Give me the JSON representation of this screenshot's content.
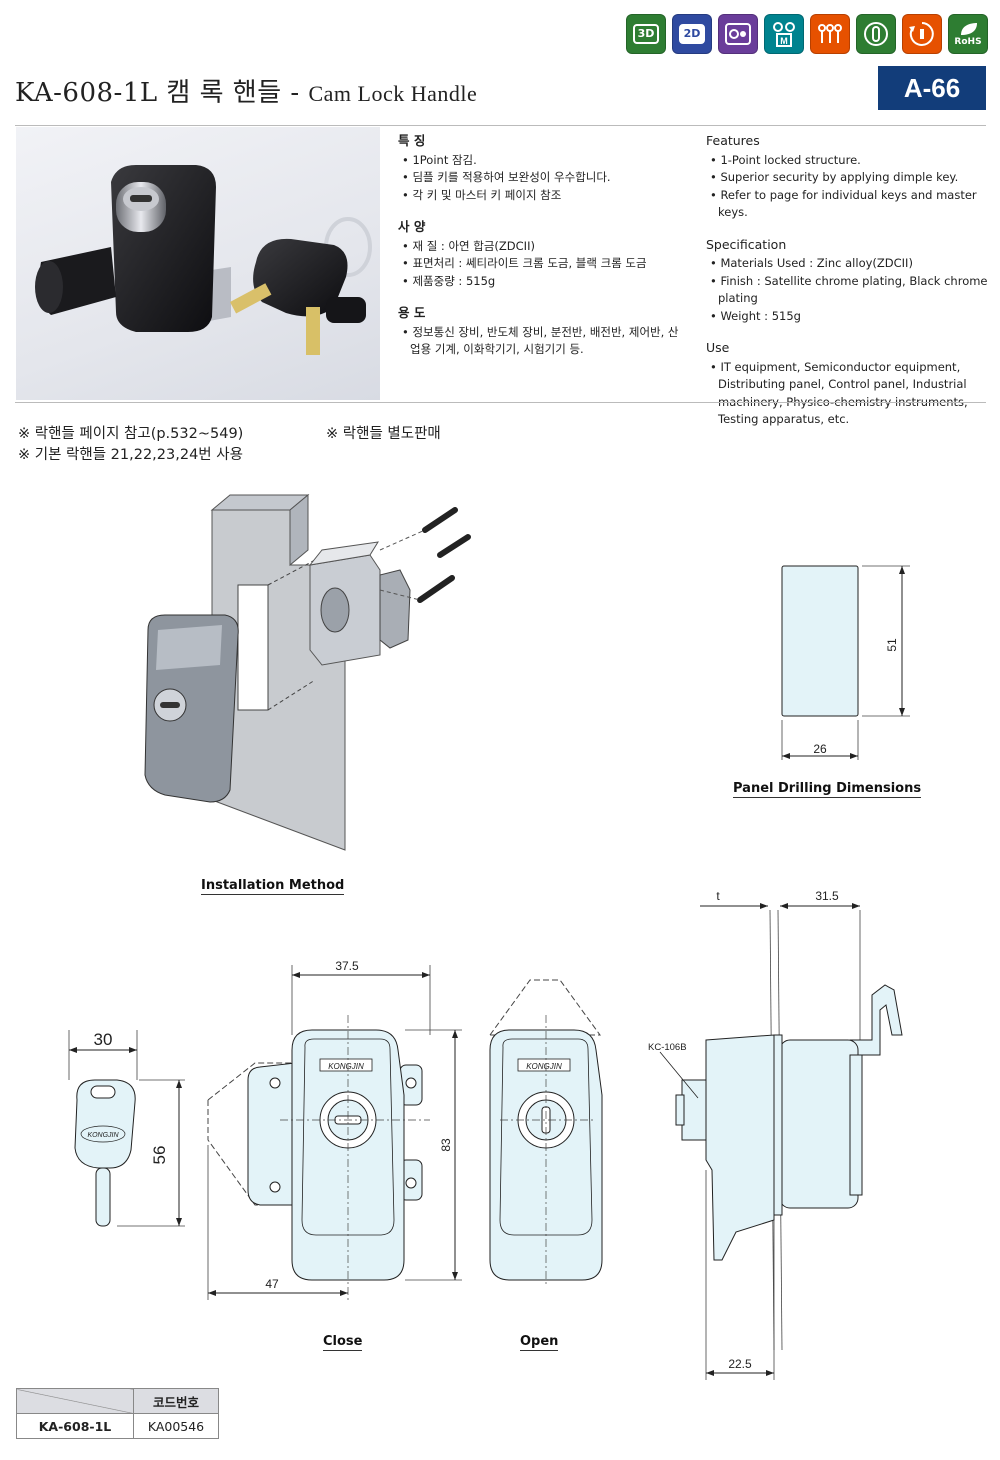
{
  "icons": [
    {
      "name": "3d-icon",
      "label": "3D",
      "color": "#2e7d32"
    },
    {
      "name": "2d-icon",
      "label": "2D",
      "color": "#2f4aa0"
    },
    {
      "name": "key-type-icon",
      "label": "",
      "color": "#6a3d9a"
    },
    {
      "name": "master-key-icon",
      "label": "M",
      "color": "#00838f"
    },
    {
      "name": "keys-icon",
      "label": "",
      "color": "#e65100"
    },
    {
      "name": "dimple-key-icon",
      "label": "",
      "color": "#2e7d32"
    },
    {
      "name": "rotation-icon",
      "label": "",
      "color": "#e65100"
    },
    {
      "name": "rohs-icon",
      "label": "RoHS",
      "color": "#2e7d32"
    }
  ],
  "header": {
    "model": "KA-608-1L",
    "name_ko": "캠 록 핸들",
    "separator": "-",
    "name_en": "Cam Lock Handle",
    "page_code": "A-66"
  },
  "spec_ko": {
    "features_title": "특 징",
    "features": [
      "1Point 잠김.",
      "딤플 키를 적용하여 보완성이 우수합니다.",
      "각 키 및 마스터 키 페이지 참조"
    ],
    "spec_title": "사 양",
    "spec": [
      "재 질 : 아연 합금(ZDCII)",
      "표면처리 : 쎄티라이트 크롬 도금, 블랙 크롬 도금",
      "제품중량 : 515g"
    ],
    "use_title": "용 도",
    "use": [
      "정보통신 장비, 반도체 장비, 분전반, 배전반, 제어반, 산업용 기계, 이화학기기, 시험기기 등."
    ]
  },
  "spec_en": {
    "features_title": "Features",
    "features": [
      "1-Point locked structure.",
      "Superior security by applying dimple key.",
      "Refer to page for individual keys and master keys."
    ],
    "spec_title": "Specification",
    "spec": [
      "Materials Used : Zinc alloy(ZDCII)",
      "Finish : Satellite chrome plating, Black chrome plating",
      "Weight : 515g"
    ],
    "use_title": "Use",
    "use": [
      "IT equipment, Semiconductor equipment, Distributing panel, Control panel, Industrial machinery, Physico-chemistry instruments, Testing apparatus, etc."
    ]
  },
  "notes": {
    "note1": "※ 락핸들 페이지 참고(p.532~549)",
    "note2": "※ 기본 락핸들 21,22,23,24번 사용",
    "note3": "※ 락핸들 별도판매"
  },
  "captions": {
    "installation": "Installation Method",
    "panel": "Panel Drilling Dimensions",
    "close": "Close",
    "open": "Open"
  },
  "dims": {
    "panel_w": "26",
    "panel_h": "51",
    "key_w": "30",
    "key_h": "56",
    "body_w": "37.5",
    "body_h": "83",
    "total_w": "47",
    "t": "t",
    "side_w": "31.5",
    "side_depth": "22.5",
    "part_ref": "KC-106B",
    "brand": "KONGJIN"
  },
  "code_table": {
    "header": "코드번호",
    "model": "KA-608-1L",
    "code": "KA00546"
  },
  "colors": {
    "accent": "#123d7a",
    "drawing_fill": "#e3f3f8"
  }
}
